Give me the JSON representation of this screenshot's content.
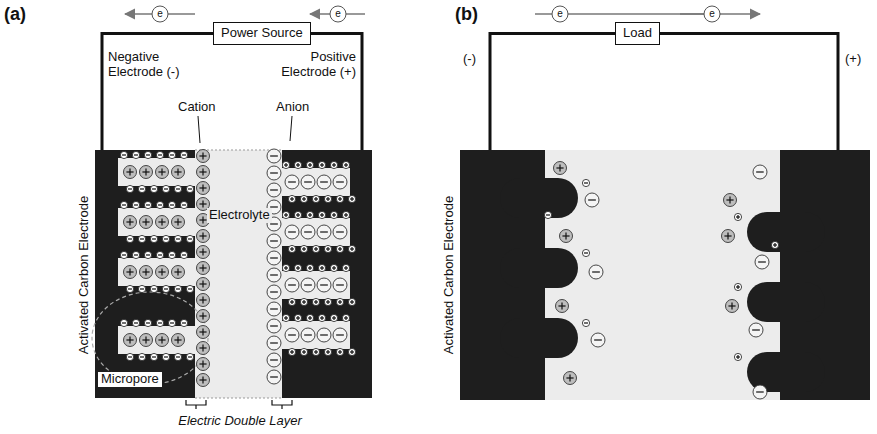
{
  "diagram": {
    "nodes": [
      {
        "text": [
          "Power Source"
        ]
      },
      {
        "text": [
          "Load"
        ]
      }
    ],
    "labels": [
      "(a)",
      "(b)",
      "e",
      "e",
      "Negative Electrode (-)",
      "Positive Electrode (+)",
      "Cation",
      "Anion",
      "Electrolyte",
      "Activated Carbon Electrode",
      "Micropore",
      "Electric Double Layer",
      "e",
      "e",
      "(-)",
      "(+)",
      "Activated Carbon Electrode"
    ]
  }
}
